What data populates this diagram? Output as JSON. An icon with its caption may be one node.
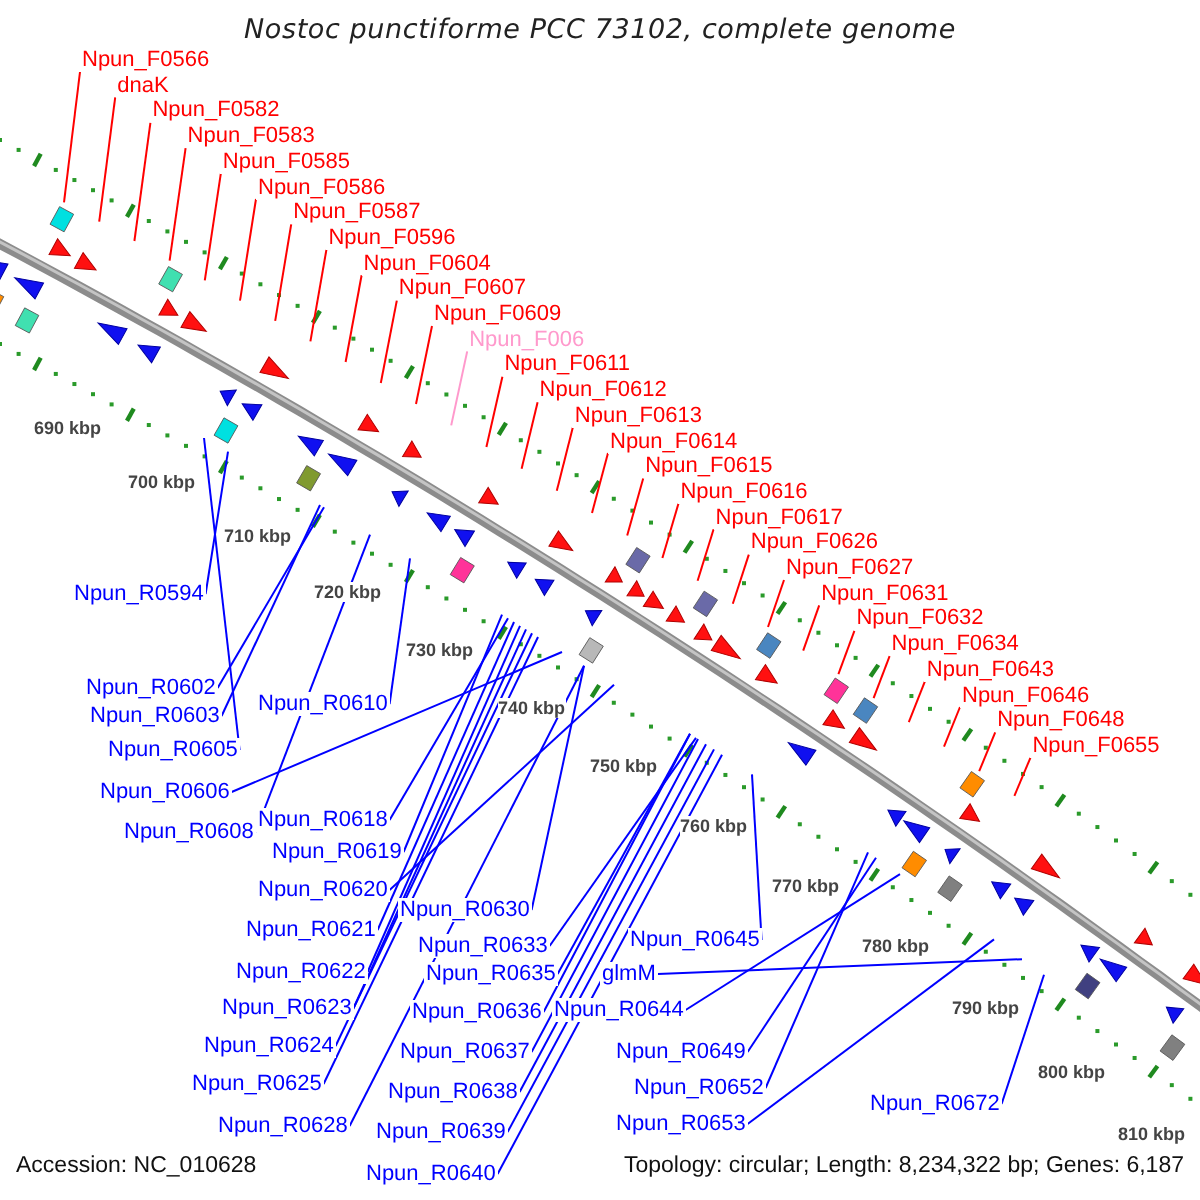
{
  "diagram": {
    "title": "Nostoc punctiforme PCC 73102, complete genome",
    "nodes": [
      {
        "text": [
          "Npun_F0566"
        ]
      },
      {
        "text": [
          "dnaK"
        ]
      },
      {
        "text": [
          "Npun_F0582"
        ]
      },
      {
        "text": [
          "Npun_F0583"
        ]
      },
      {
        "text": [
          "Npun_F0585"
        ]
      },
      {
        "text": [
          "Npun_F0586"
        ]
      },
      {
        "text": [
          "Npun_F0587"
        ]
      },
      {
        "text": [
          "Npun_F0596"
        ]
      },
      {
        "text": [
          "Npun_F0604"
        ]
      },
      {
        "text": [
          "Npun_F0607"
        ]
      },
      {
        "text": [
          "Npun_F0609"
        ]
      },
      {
        "text": [
          "Npun_F006"
        ]
      },
      {
        "text": [
          "Npun_F0611"
        ]
      },
      {
        "text": [
          "Npun_F0612"
        ]
      },
      {
        "text": [
          "Npun_F0613"
        ]
      },
      {
        "text": [
          "Npun_F0614"
        ]
      },
      {
        "text": [
          "Npun_F0615"
        ]
      },
      {
        "text": [
          "Npun_F0616"
        ]
      },
      {
        "text": [
          "Npun_F0617"
        ]
      },
      {
        "text": [
          "Npun_F0626"
        ]
      },
      {
        "text": [
          "Npun_F0627"
        ]
      },
      {
        "text": [
          "Npun_F0631"
        ]
      },
      {
        "text": [
          "Npun_F0632"
        ]
      },
      {
        "text": [
          "Npun_F0634"
        ]
      },
      {
        "text": [
          "Npun_F0643"
        ]
      },
      {
        "text": [
          "Npun_F0646"
        ]
      },
      {
        "text": [
          "Npun_F0648"
        ]
      },
      {
        "text": [
          "Npun_F0655"
        ]
      },
      {
        "text": [
          "Npun_R0594"
        ]
      },
      {
        "text": [
          "Npun_R0602"
        ]
      },
      {
        "text": [
          "Npun_R0603"
        ]
      },
      {
        "text": [
          "Npun_R0605"
        ]
      },
      {
        "text": [
          "Npun_R0606"
        ]
      },
      {
        "text": [
          "Npun_R0608"
        ]
      },
      {
        "text": [
          "Npun_R0610"
        ]
      },
      {
        "text": [
          "Npun_R0618"
        ]
      },
      {
        "text": [
          "Npun_R0619"
        ]
      },
      {
        "text": [
          "Npun_R0620"
        ]
      },
      {
        "text": [
          "Npun_R0621"
        ]
      },
      {
        "text": [
          "Npun_R0622"
        ]
      },
      {
        "text": [
          "Npun_R0623"
        ]
      },
      {
        "text": [
          "Npun_R0624"
        ]
      },
      {
        "text": [
          "Npun_R0625"
        ]
      },
      {
        "text": [
          "Npun_R0628"
        ]
      },
      {
        "text": [
          "Npun_R0630"
        ]
      },
      {
        "text": [
          "Npun_R0633"
        ]
      },
      {
        "text": [
          "Npun_R0635"
        ]
      },
      {
        "text": [
          "Npun_R0636"
        ]
      },
      {
        "text": [
          "Npun_R0637"
        ]
      },
      {
        "text": [
          "Npun_R0638"
        ]
      },
      {
        "text": [
          "Npun_R0639"
        ]
      },
      {
        "text": [
          "Npun_R0640"
        ]
      },
      {
        "text": [
          "Npun_R0645"
        ]
      },
      {
        "text": [
          "glmM"
        ]
      },
      {
        "text": [
          "Npun_R0644"
        ]
      },
      {
        "text": [
          "Npun_R0649"
        ]
      },
      {
        "text": [
          "Npun_R0652"
        ]
      },
      {
        "text": [
          "Npun_R0653"
        ]
      },
      {
        "text": [
          "Npun_R0672"
        ]
      }
    ],
    "edges": [
      {
        "from": 0,
        "to": null,
        "arrow": "none",
        "color": "#ff0000"
      },
      {
        "from": 1,
        "to": null,
        "arrow": "none",
        "color": "#ff0000"
      },
      {
        "from": 2,
        "to": null,
        "arrow": "none",
        "color": "#ff0000"
      },
      {
        "from": 3,
        "to": null,
        "arrow": "none",
        "color": "#ff0000"
      },
      {
        "from": 4,
        "to": null,
        "arrow": "none",
        "color": "#ff0000"
      },
      {
        "from": 5,
        "to": null,
        "arrow": "none",
        "color": "#ff0000"
      },
      {
        "from": 6,
        "to": null,
        "arrow": "none",
        "color": "#ff0000"
      },
      {
        "from": 7,
        "to": null,
        "arrow": "none",
        "color": "#ff0000"
      },
      {
        "from": 8,
        "to": null,
        "arrow": "none",
        "color": "#ff0000"
      },
      {
        "from": 9,
        "to": null,
        "arrow": "none",
        "color": "#ff0000"
      },
      {
        "from": 10,
        "to": null,
        "arrow": "none",
        "color": "#ff0000"
      },
      {
        "from": 11,
        "to": null,
        "arrow": "none",
        "color": "#ff99cc"
      },
      {
        "from": 12,
        "to": null,
        "arrow": "none",
        "color": "#ff0000"
      },
      {
        "from": 13,
        "to": null,
        "arrow": "none",
        "color": "#ff0000"
      },
      {
        "from": 14,
        "to": null,
        "arrow": "none",
        "color": "#ff0000"
      },
      {
        "from": 15,
        "to": null,
        "arrow": "none",
        "color": "#ff0000"
      },
      {
        "from": 16,
        "to": null,
        "arrow": "none",
        "color": "#ff0000"
      },
      {
        "from": 17,
        "to": null,
        "arrow": "none",
        "color": "#ff0000"
      },
      {
        "from": 18,
        "to": null,
        "arrow": "none",
        "color": "#ff0000"
      },
      {
        "from": 19,
        "to": null,
        "arrow": "none",
        "color": "#ff0000"
      },
      {
        "from": 20,
        "to": null,
        "arrow": "none",
        "color": "#ff0000"
      },
      {
        "from": 21,
        "to": null,
        "arrow": "none",
        "color": "#ff0000"
      },
      {
        "from": 22,
        "to": null,
        "arrow": "none",
        "color": "#ff0000"
      },
      {
        "from": 23,
        "to": null,
        "arrow": "none",
        "color": "#ff0000"
      },
      {
        "from": 24,
        "to": null,
        "arrow": "none",
        "color": "#ff0000"
      },
      {
        "from": 25,
        "to": null,
        "arrow": "none",
        "color": "#ff0000"
      },
      {
        "from": 26,
        "to": null,
        "arrow": "none",
        "color": "#ff0000"
      },
      {
        "from": 27,
        "to": null,
        "arrow": "none",
        "color": "#ff0000"
      },
      {
        "from": 28,
        "to": null,
        "arrow": "none",
        "color": "#0000ff"
      },
      {
        "from": 29,
        "to": null,
        "arrow": "none",
        "color": "#0000ff"
      },
      {
        "from": 30,
        "to": null,
        "arrow": "none",
        "color": "#0000ff"
      },
      {
        "from": 31,
        "to": null,
        "arrow": "none",
        "color": "#0000ff"
      },
      {
        "from": 32,
        "to": null,
        "arrow": "none",
        "color": "#0000ff"
      },
      {
        "from": 33,
        "to": null,
        "arrow": "none",
        "color": "#0000ff"
      },
      {
        "from": 34,
        "to": null,
        "arrow": "none",
        "color": "#0000ff"
      },
      {
        "from": 35,
        "to": null,
        "arrow": "none",
        "color": "#0000ff"
      },
      {
        "from": 36,
        "to": null,
        "arrow": "none",
        "color": "#0000ff"
      },
      {
        "from": 37,
        "to": null,
        "arrow": "none",
        "color": "#0000ff"
      },
      {
        "from": 38,
        "to": null,
        "arrow": "none",
        "color": "#0000ff"
      },
      {
        "from": 39,
        "to": null,
        "arrow": "none",
        "color": "#0000ff"
      },
      {
        "from": 40,
        "to": null,
        "arrow": "none",
        "color": "#0000ff"
      },
      {
        "from": 41,
        "to": null,
        "arrow": "none",
        "color": "#0000ff"
      },
      {
        "from": 42,
        "to": null,
        "arrow": "none",
        "color": "#0000ff"
      },
      {
        "from": 43,
        "to": null,
        "arrow": "none",
        "color": "#0000ff"
      },
      {
        "from": 44,
        "to": null,
        "arrow": "none",
        "color": "#0000ff"
      },
      {
        "from": 45,
        "to": null,
        "arrow": "none",
        "color": "#0000ff"
      },
      {
        "from": 46,
        "to": null,
        "arrow": "none",
        "color": "#0000ff"
      },
      {
        "from": 47,
        "to": null,
        "arrow": "none",
        "color": "#0000ff"
      },
      {
        "from": 48,
        "to": null,
        "arrow": "none",
        "color": "#0000ff"
      },
      {
        "from": 49,
        "to": null,
        "arrow": "none",
        "color": "#0000ff"
      },
      {
        "from": 50,
        "to": null,
        "arrow": "none",
        "color": "#0000ff"
      },
      {
        "from": 51,
        "to": null,
        "arrow": "none",
        "color": "#0000ff"
      },
      {
        "from": 52,
        "to": null,
        "arrow": "none",
        "color": "#0000ff"
      },
      {
        "from": 53,
        "to": null,
        "arrow": "none",
        "color": "#0000ff"
      },
      {
        "from": 54,
        "to": null,
        "arrow": "none",
        "color": "#0000ff"
      },
      {
        "from": 55,
        "to": null,
        "arrow": "none",
        "color": "#0000ff"
      },
      {
        "from": 56,
        "to": null,
        "arrow": "none",
        "color": "#0000ff"
      },
      {
        "from": 57,
        "to": null,
        "arrow": "none",
        "color": "#0000ff"
      },
      {
        "from": 58,
        "to": null,
        "arrow": "none",
        "color": "#0000ff"
      }
    ],
    "labels": [
      "690 kbp",
      "700 kbp",
      "710 kbp",
      "720 kbp",
      "730 kbp",
      "740 kbp",
      "750 kbp",
      "760 kbp",
      "770 kbp",
      "780 kbp",
      "790 kbp",
      "800 kbp",
      "810 kbp",
      "Accession: NC_010628",
      "Topology: circular; Length: 8,234,322 bp; Genes: 6,187"
    ]
  }
}
